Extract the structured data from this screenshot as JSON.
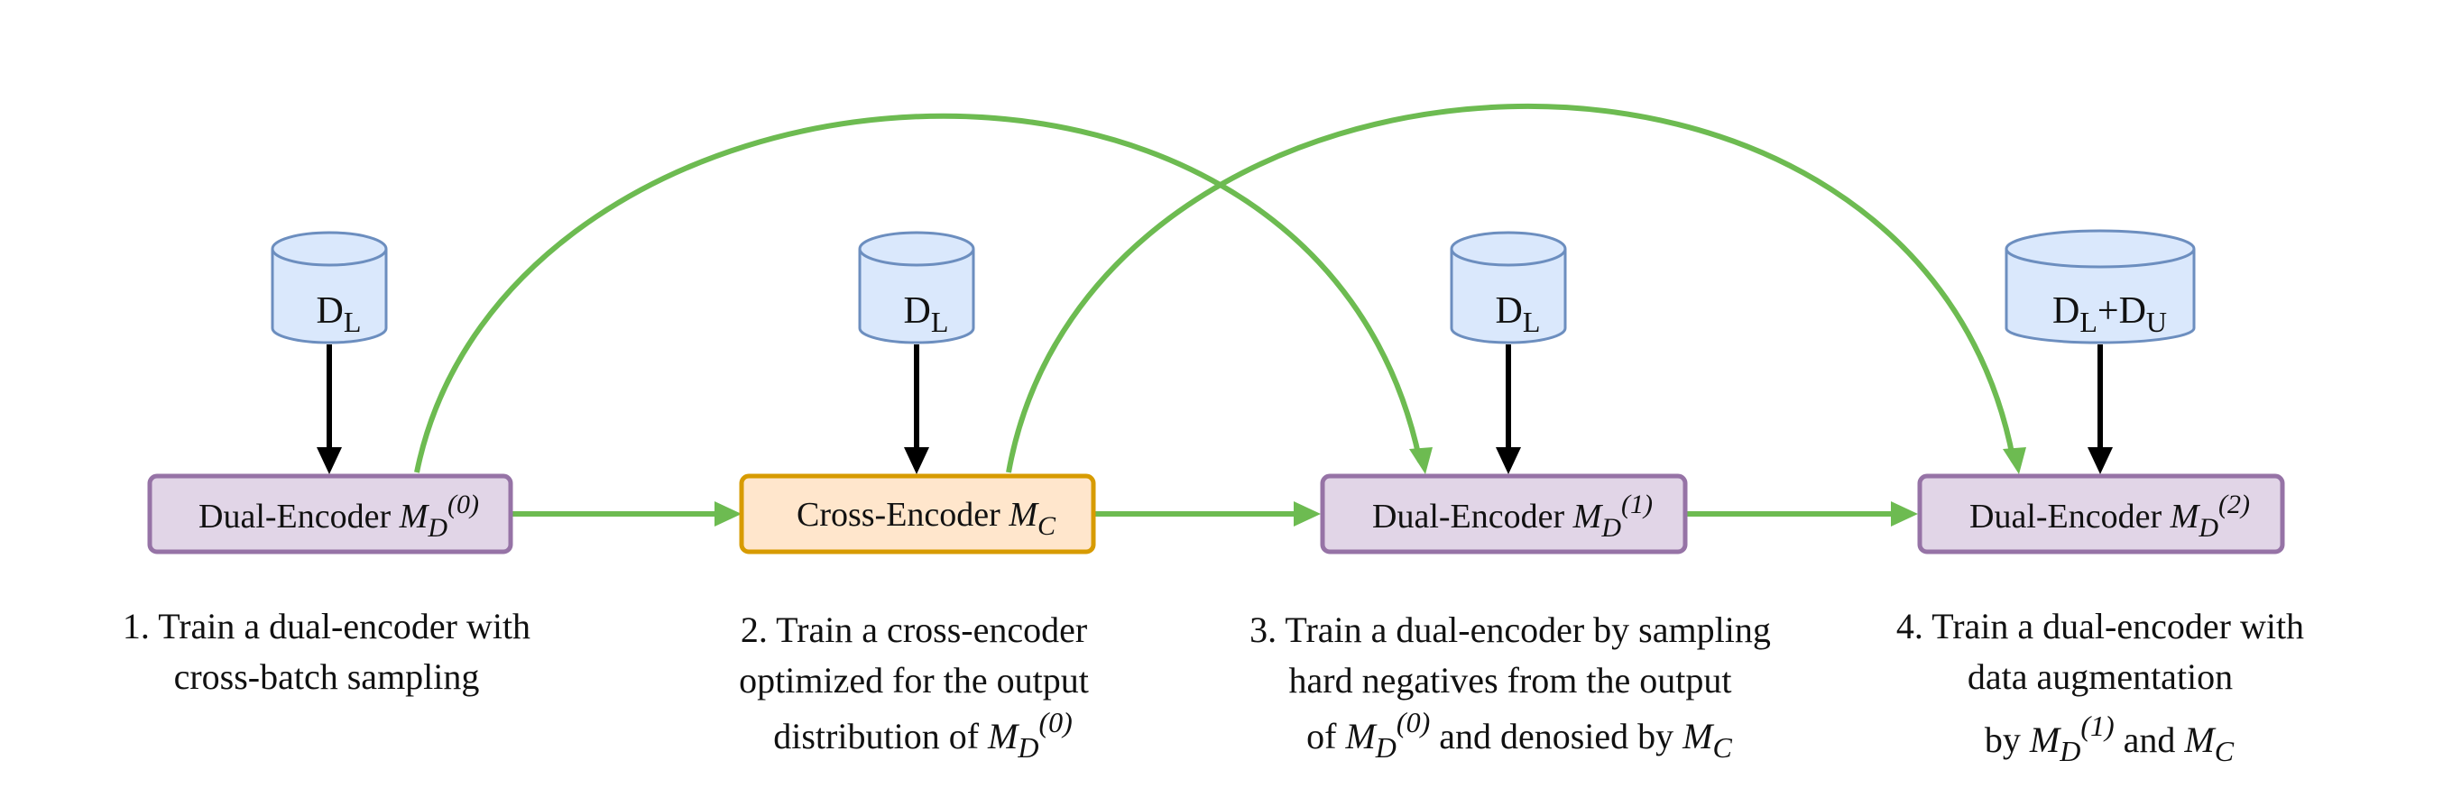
{
  "colors": {
    "dual_fill": "#e1d5e7",
    "dual_stroke": "#9673a6",
    "cross_fill": "#ffe6cc",
    "cross_stroke": "#d79b00",
    "db_fill": "#dae8fc",
    "db_stroke": "#6c8ebf",
    "green_arrow": "#6dbb51",
    "black_arrow": "#000000"
  },
  "databases": [
    {
      "main": "D",
      "sub": "L"
    },
    {
      "main": "D",
      "sub": "L"
    },
    {
      "main": "D",
      "sub": "L"
    },
    {
      "main": "D",
      "sub": "L",
      "plus": "+",
      "main2": "D",
      "sub2": "U"
    }
  ],
  "models": [
    {
      "prefix": "Dual-Encoder ",
      "var": "M",
      "sub": "D",
      "sup": "(0)",
      "kind": "dual"
    },
    {
      "prefix": "Cross-Encoder ",
      "var": "M",
      "sub": "C",
      "sup": "",
      "kind": "cross"
    },
    {
      "prefix": "Dual-Encoder ",
      "var": "M",
      "sub": "D",
      "sup": "(1)",
      "kind": "dual"
    },
    {
      "prefix": "Dual-Encoder ",
      "var": "M",
      "sub": "D",
      "sup": "(2)",
      "kind": "dual"
    }
  ],
  "captions": [
    {
      "line1": "1. Train a dual-encoder with",
      "line2": "cross-batch sampling"
    },
    {
      "line1": "2. Train a cross-encoder",
      "line2": "optimized for the output",
      "line3_pre": "distribution of ",
      "m_var": "M",
      "m_sub": "D",
      "m_sup": "(0)"
    },
    {
      "line1": "3. Train a dual-encoder by sampling",
      "line2": "hard negatives from the output",
      "line3_pre": "of ",
      "m_var": "M",
      "m_sub": "D",
      "m_sup": "(0)",
      "line3_mid": " and denosied by ",
      "m2_var": "M",
      "m2_sub": "C"
    },
    {
      "line1": "4. Train a dual-encoder with",
      "line2": "data augmentation",
      "line3_pre": "by ",
      "m_var": "M",
      "m_sub": "D",
      "m_sup": "(1)",
      "line3_mid": " and ",
      "m2_var": "M",
      "m2_sub": "C"
    }
  ]
}
